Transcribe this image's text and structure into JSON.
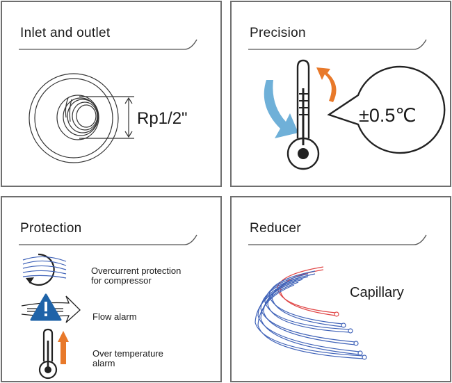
{
  "panels": {
    "inlet": {
      "title": "Inlet and outlet",
      "dimension": "Rp1/2\""
    },
    "precision": {
      "title": "Precision",
      "value": "±0.5℃"
    },
    "protection": {
      "title": "Protection",
      "items": [
        {
          "line1": "Overcurrent protection",
          "line2": "for compressor"
        },
        {
          "line1": "Flow alarm"
        },
        {
          "line1": "Over temperature",
          "line2": "alarm"
        }
      ]
    },
    "reducer": {
      "title": "Reducer",
      "label": "Capillary"
    }
  },
  "colors": {
    "border": "#6e6e6e",
    "blue_arrow": "#6fb0d8",
    "orange_arrow": "#e8792a",
    "warning_blue": "#1f63a8",
    "pipe_red": "#e04545",
    "pipe_blue": "#3f62b8"
  },
  "icons": [
    "thermometer-icon",
    "circular-arrow-icon",
    "warning-icon",
    "up-arrow-icon",
    "speech-bubble-icon"
  ]
}
